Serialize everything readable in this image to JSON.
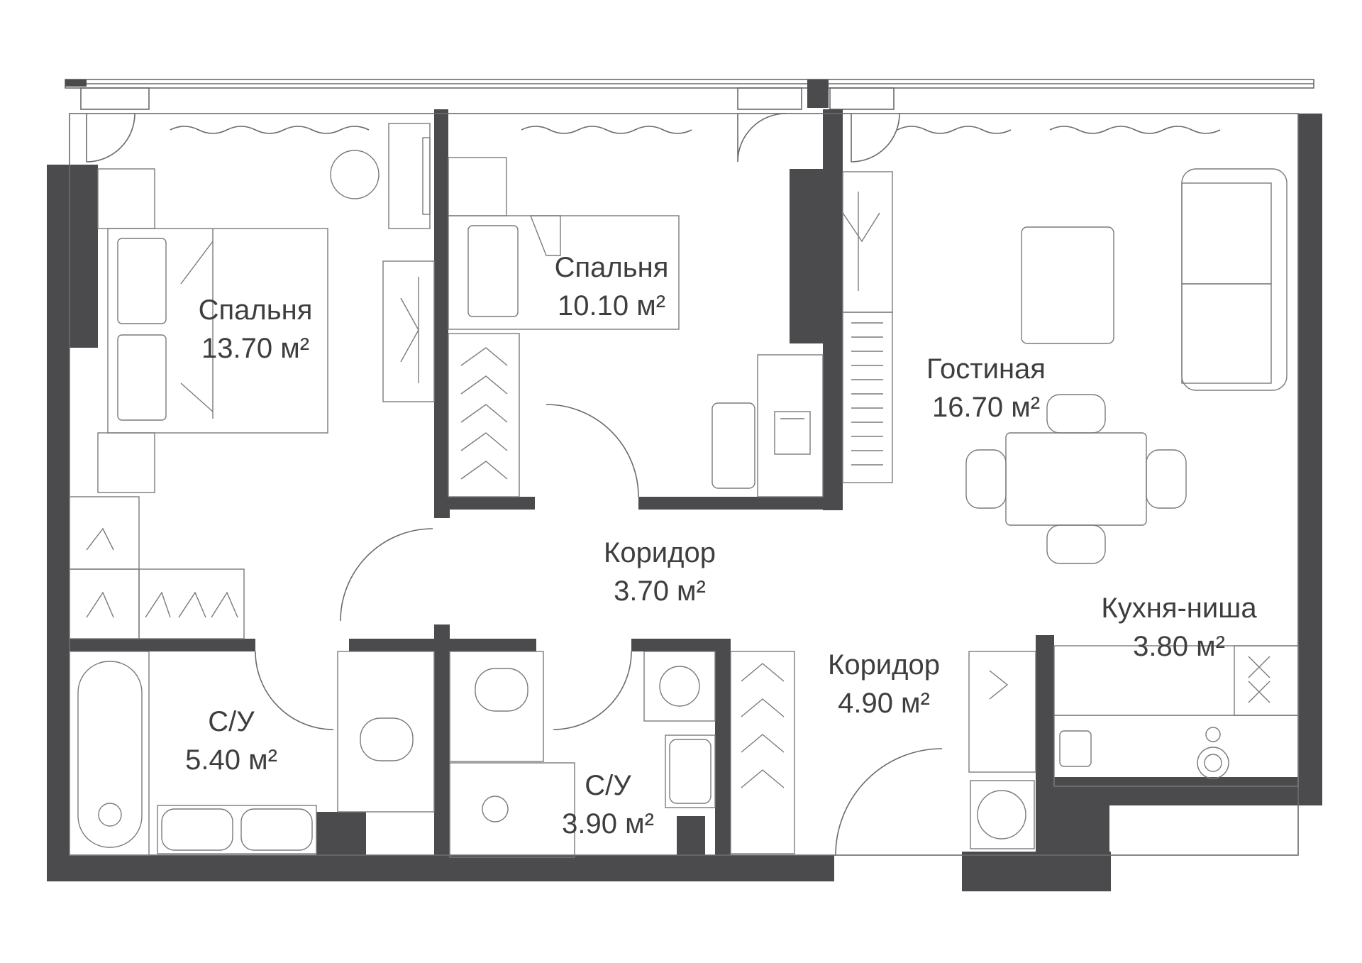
{
  "rooms": {
    "bedroom1": {
      "name": "Спальня",
      "area": "13.70 м²"
    },
    "bedroom2": {
      "name": "Спальня",
      "area": "10.10 м²"
    },
    "living": {
      "name": "Гостиная",
      "area": "16.70 м²"
    },
    "corridor1": {
      "name": "Коридор",
      "area": "3.70 м²"
    },
    "kitchen": {
      "name": "Кухня-ниша",
      "area": "3.80 м²"
    },
    "corridor2": {
      "name": "Коридор",
      "area": "4.90 м²"
    },
    "bath1": {
      "name": "С/У",
      "area": "5.40 м²"
    },
    "bath2": {
      "name": "С/У",
      "area": "3.90 м²"
    }
  },
  "colors": {
    "wall": "#4b4b4d",
    "line": "#6a6a6c",
    "background": "#ffffff"
  },
  "icons": [
    "bed-icon",
    "sofa-icon",
    "dining-table-icon",
    "wardrobe-hanger-icon",
    "bathtub-icon",
    "toilet-icon",
    "sink-icon",
    "washing-machine-icon",
    "stove-icon",
    "desk-icon",
    "laptop-icon",
    "door-swing-icon",
    "window-icon",
    "radiator-icon",
    "shower-icon",
    "shoe-rack-icon"
  ]
}
